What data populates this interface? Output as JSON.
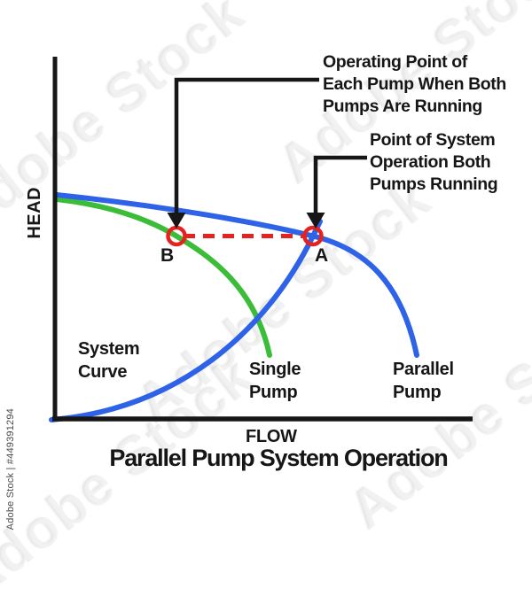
{
  "figure": {
    "title": "Parallel Pump System Operation",
    "x_axis_label": "FLOW",
    "y_axis_label": "HEAD",
    "annotations": {
      "operating_point": {
        "line1": "Operating Point of",
        "line2": "Each Pump When Both",
        "line3": "Pumps Are Running"
      },
      "system_operation": {
        "line1": "Point of System",
        "line2": "Operation Both",
        "line3": "Pumps Running"
      }
    },
    "labels": {
      "system_curve": {
        "line1": "System",
        "line2": "Curve"
      },
      "single_pump": {
        "line1": "Single",
        "line2": "Pump"
      },
      "parallel_pump": {
        "line1": "Parallel",
        "line2": "Pump"
      }
    },
    "points": {
      "a": "A",
      "b": "B"
    },
    "colors": {
      "pump_curve_blue": "#2f63e7",
      "single_pump_green": "#3cbd3a",
      "marker_red": "#e42320",
      "axis_black": "#161616"
    }
  },
  "watermarks": {
    "diagonal_text": "Adobe Stock",
    "side_text": "Adobe Stock | #449391294"
  }
}
